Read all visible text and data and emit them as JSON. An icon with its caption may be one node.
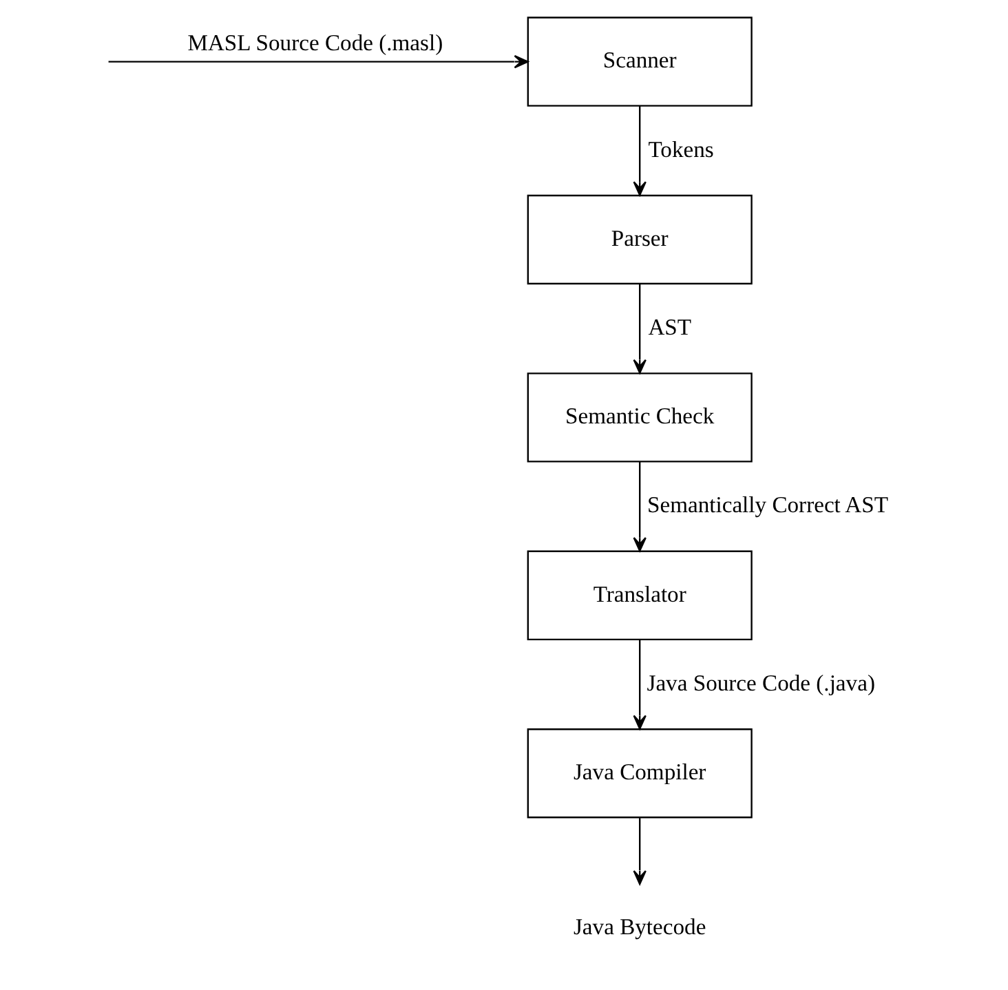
{
  "diagram": {
    "nodes": [
      {
        "text": [
          "Scanner"
        ]
      },
      {
        "text": [
          "Parser"
        ]
      },
      {
        "text": [
          "Semantic Check"
        ]
      },
      {
        "text": [
          "Translator"
        ]
      },
      {
        "text": [
          "Java Compiler"
        ]
      },
      {
        "text": [
          "Java Bytecode"
        ]
      }
    ],
    "edges": [
      {
        "from": null,
        "to": 0,
        "arrow": "to",
        "label": "MASL Source Code (.masl)"
      },
      {
        "from": 0,
        "to": 1,
        "arrow": "to",
        "label": "Tokens"
      },
      {
        "from": 1,
        "to": 2,
        "arrow": "to",
        "label": "AST"
      },
      {
        "from": 2,
        "to": 3,
        "arrow": "to",
        "label": "Semantically Correct AST"
      },
      {
        "from": 3,
        "to": 4,
        "arrow": "to",
        "label": "Java Source Code (.java)"
      },
      {
        "from": 4,
        "to": 5,
        "arrow": "to"
      }
    ]
  }
}
